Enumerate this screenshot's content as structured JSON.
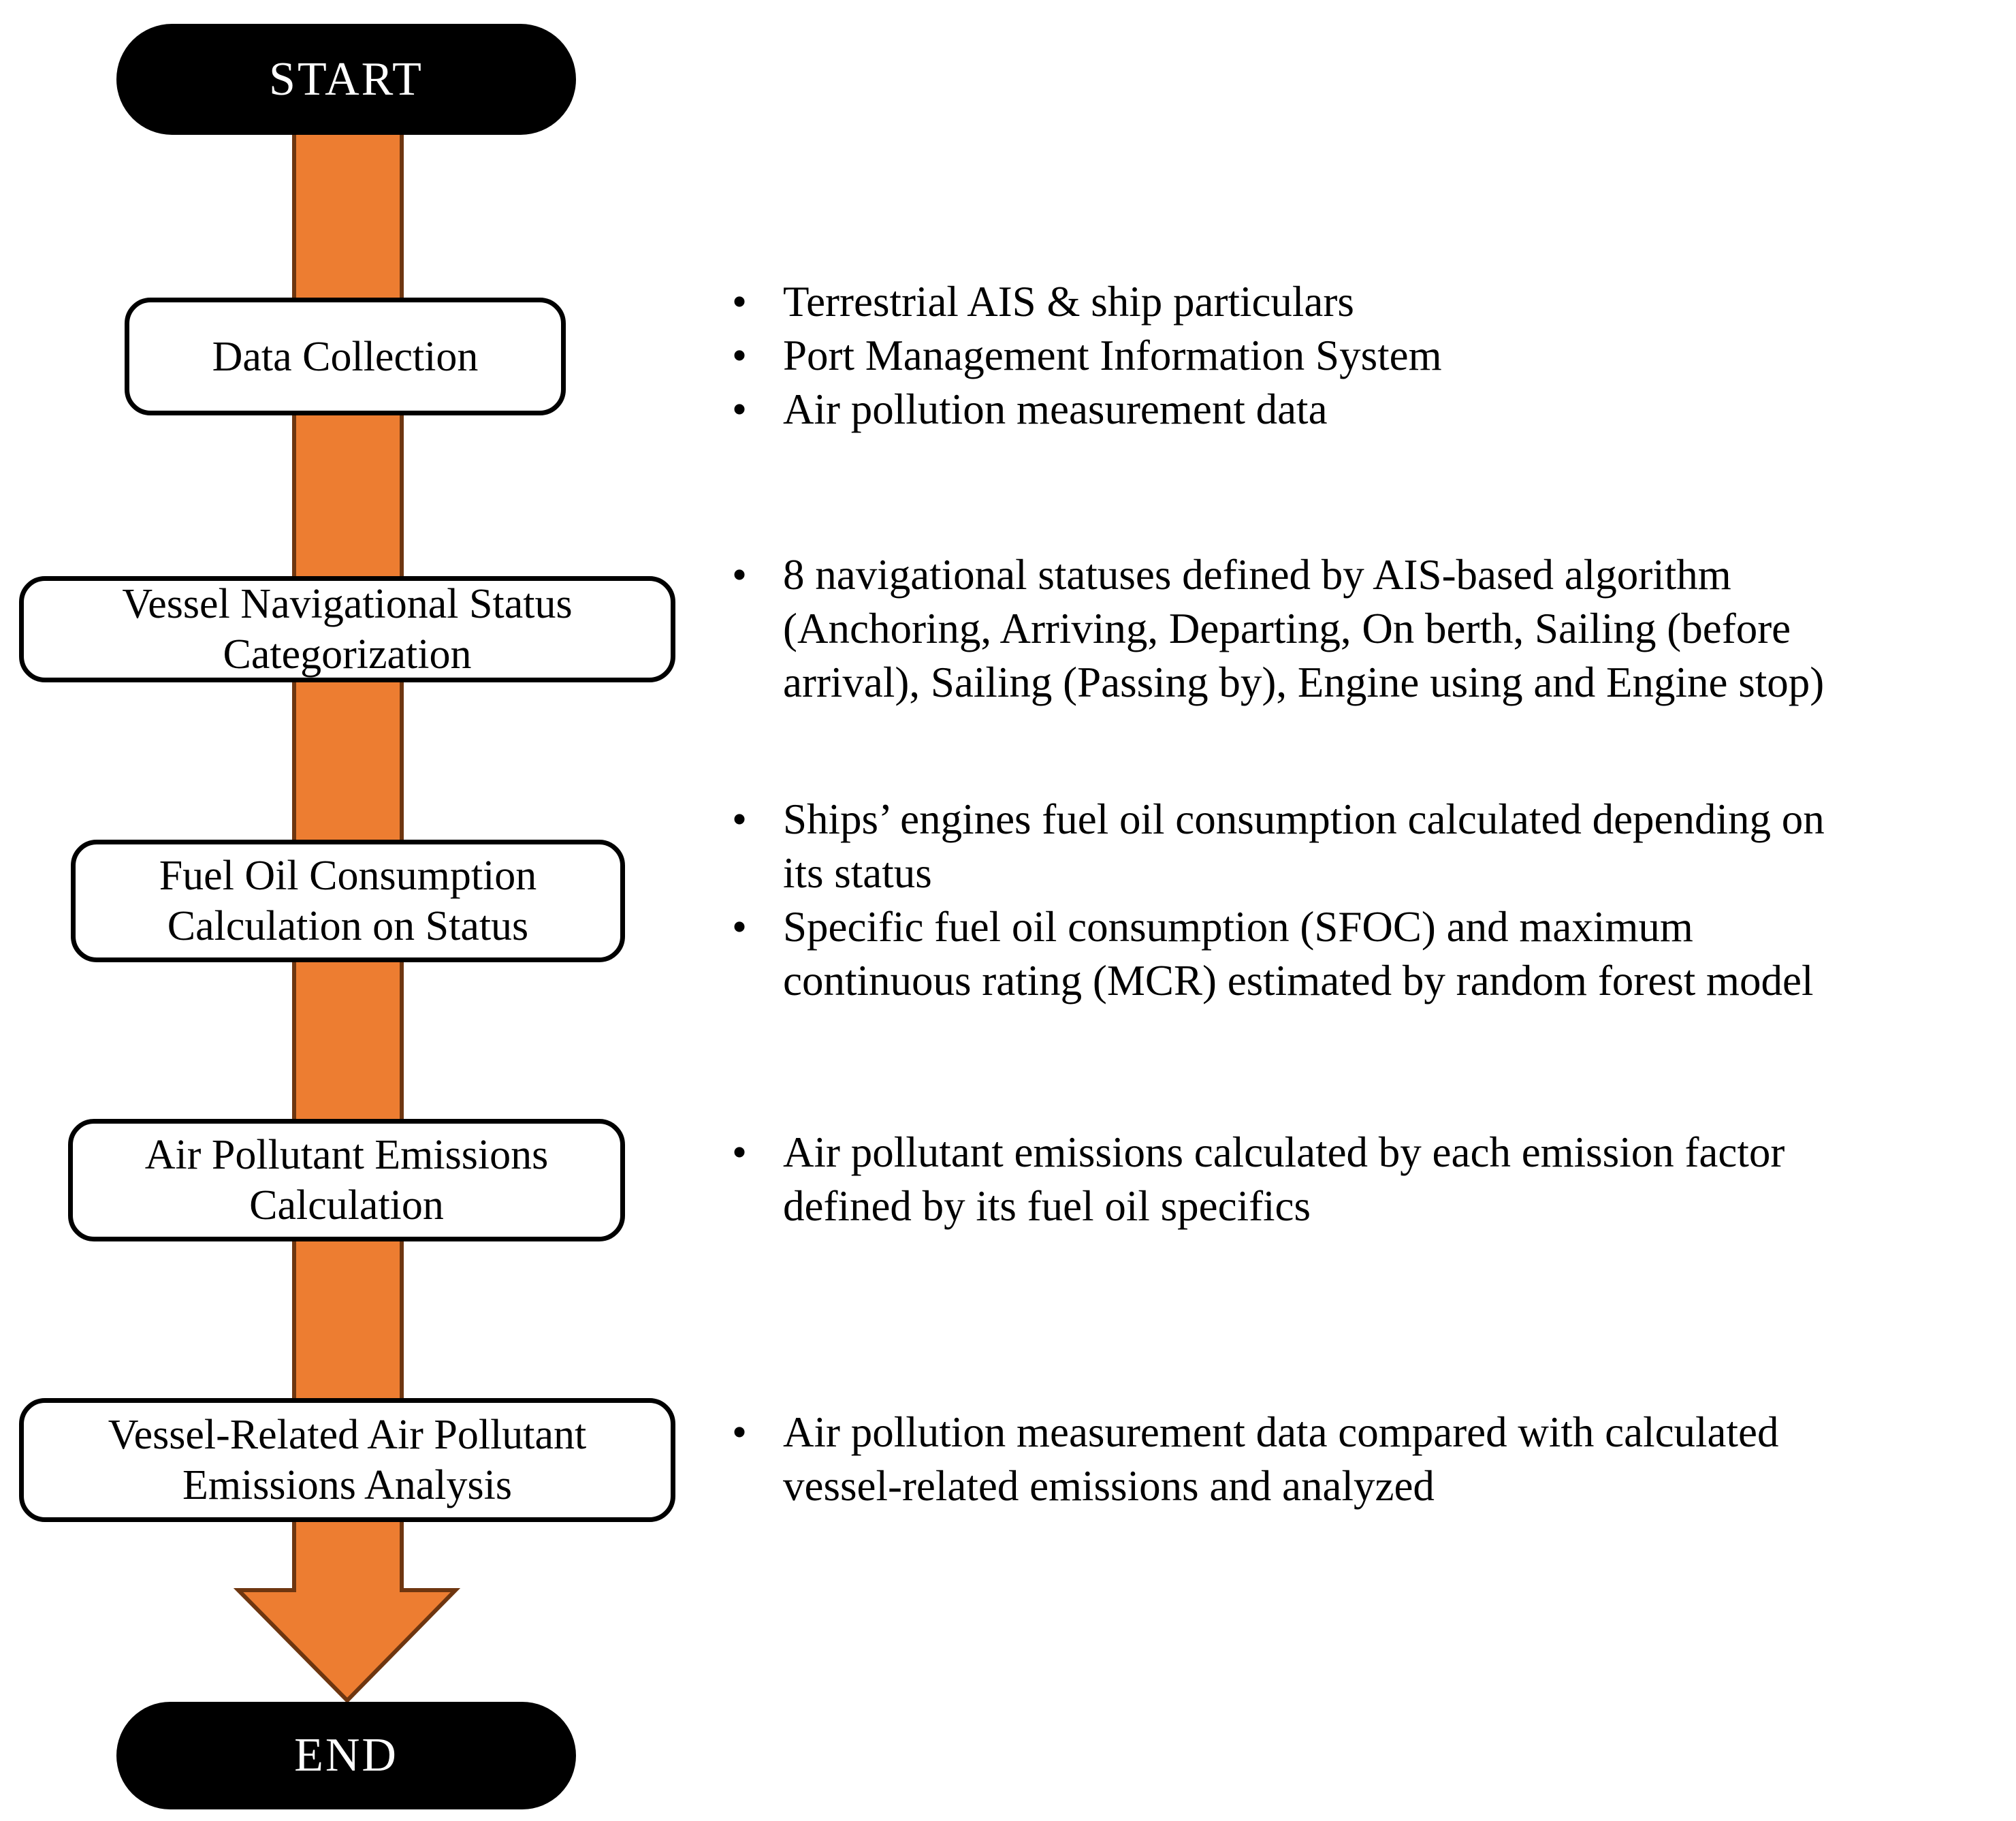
{
  "colors": {
    "background": "#FFFFFF",
    "arrow_fill": "#ED7D31",
    "arrow_stroke": "#6E3610",
    "terminal_fill": "#000000",
    "terminal_text": "#FFFFFF",
    "box_fill": "#FFFFFF",
    "box_border": "#000000",
    "text": "#000000"
  },
  "bullet_char": "•",
  "flow": {
    "start": {
      "label": "START"
    },
    "steps": [
      {
        "lines": [
          "Data Collection"
        ]
      },
      {
        "lines": [
          "Vessel Navigational Status",
          "Categorization"
        ]
      },
      {
        "lines": [
          "Fuel Oil Consumption",
          "Calculation on Status"
        ]
      },
      {
        "lines": [
          "Air Pollutant Emissions",
          "Calculation"
        ]
      },
      {
        "lines": [
          "Vessel-Related Air Pollutant",
          "Emissions Analysis"
        ]
      }
    ],
    "end": {
      "label": "END"
    }
  },
  "notes": {
    "groups": [
      {
        "items": [
          {
            "lines": [
              "Terrestrial AIS & ship particulars"
            ]
          },
          {
            "lines": [
              "Port Management Information System"
            ]
          },
          {
            "lines": [
              "Air pollution measurement data"
            ]
          }
        ]
      },
      {
        "items": [
          {
            "lines": [
              "8 navigational statuses defined by AIS-based algorithm",
              "(Anchoring, Arriving, Departing, On berth, Sailing (before",
              "arrival), Sailing (Passing by), Engine using and Engine stop)"
            ]
          }
        ]
      },
      {
        "items": [
          {
            "lines": [
              "Ships’ engines fuel oil consumption calculated depending on",
              "its status"
            ]
          },
          {
            "lines": [
              "Specific fuel oil consumption (SFOC) and maximum",
              "continuous rating (MCR) estimated by random forest model"
            ]
          }
        ]
      },
      {
        "items": [
          {
            "lines": [
              "Air pollutant emissions calculated by each emission factor",
              "defined by its fuel oil specifics"
            ]
          }
        ]
      },
      {
        "items": [
          {
            "lines": [
              "Air pollution measurement data compared with calculated",
              "vessel-related emissions and analyzed"
            ]
          }
        ]
      }
    ]
  }
}
